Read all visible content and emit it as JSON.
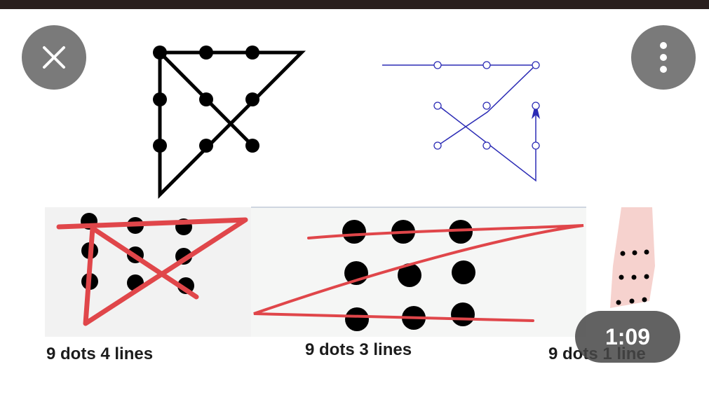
{
  "window": {
    "top_bar_color": "#2a1f1e"
  },
  "controls": {
    "close_icon": "close-icon",
    "more_icon": "vertical-dots-icon",
    "button_color": "#6f6f6f"
  },
  "thumbnail": {
    "captions": [
      "9 dots 4 lines",
      "9 dots 3 lines",
      "9 dots 1 line"
    ],
    "duration": "1:09",
    "line_colors": {
      "black": "#000000",
      "blue": "#2b2bb5",
      "red": "#e0464a"
    }
  }
}
